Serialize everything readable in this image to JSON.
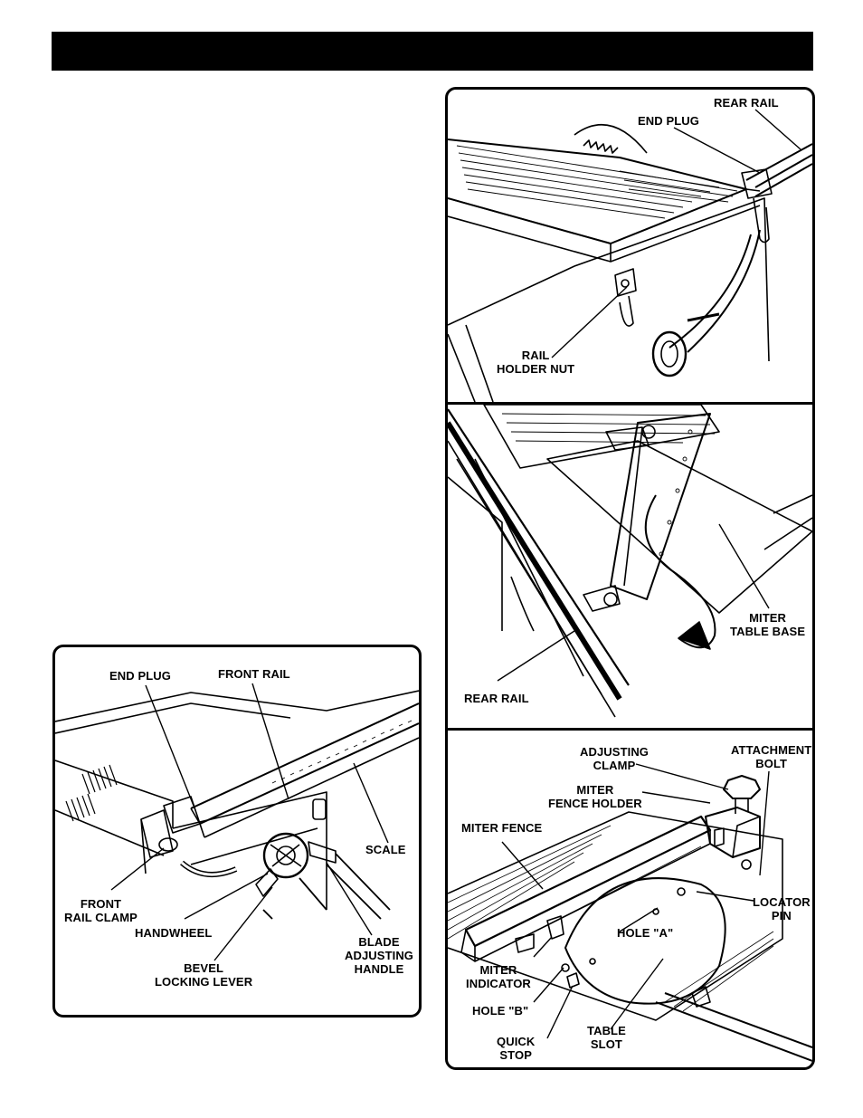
{
  "front_panel": {
    "labels": {
      "end_plug": "END PLUG",
      "front_rail": "FRONT RAIL",
      "scale": "SCALE",
      "front_rail_clamp": "FRONT\nRAIL CLAMP",
      "handwheel": "HANDWHEEL",
      "bevel_locking_lever": "BEVEL\nLOCKING LEVER",
      "blade_adjusting_handle": "BLADE\nADJUSTING\nHANDLE"
    }
  },
  "rear_panel_top": {
    "labels": {
      "rear_rail": "REAR RAIL",
      "end_plug": "END PLUG",
      "rail_holder_nut": "RAIL\nHOLDER NUT"
    }
  },
  "rear_panel_middle": {
    "labels": {
      "miter_table_base": "MITER\nTABLE BASE",
      "rear_rail": "REAR RAIL"
    }
  },
  "rear_panel_bottom": {
    "labels": {
      "adjusting_clamp": "ADJUSTING\nCLAMP",
      "attachment_bolt": "ATTACHMENT\nBOLT",
      "miter_fence_holder": "MITER\nFENCE HOLDER",
      "miter_fence": "MITER FENCE",
      "locator_pin": "LOCATOR\nPIN",
      "hole_a": "HOLE \"A\"",
      "miter_indicator": "MITER\nINDICATOR",
      "hole_b": "HOLE \"B\"",
      "quick_stop": "QUICK\nSTOP",
      "table_slot": "TABLE\nSLOT"
    }
  }
}
